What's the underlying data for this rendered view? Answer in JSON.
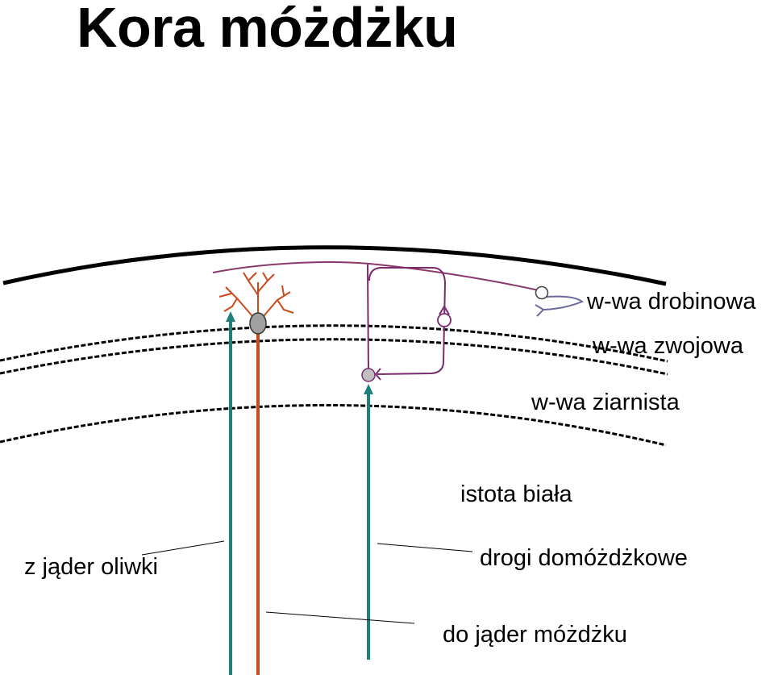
{
  "title": "Kora móżdżku",
  "labels": {
    "molecular_layer": "w-wa drobinowa",
    "ganglion_layer": "w-wa zwojowa",
    "granular_layer": "w-wa ziarnista",
    "white_matter": "istota biała",
    "from_olive": "z jąder oliwki",
    "afferent_pathways": "drogi domóżdżkowe",
    "to_cerebellar_nuclei": "do jąder móżdżku"
  },
  "colors": {
    "climbing_fiber": "#1f7f7a",
    "purkinje_cell": "#c84a1a",
    "granule_cell_axon": "#7a2a6e",
    "parallel_fiber": "#8a3a6a",
    "basket_cell": "#6a6a9a",
    "cell_body": "#a0a0a0",
    "layer_lines": "#000000"
  }
}
